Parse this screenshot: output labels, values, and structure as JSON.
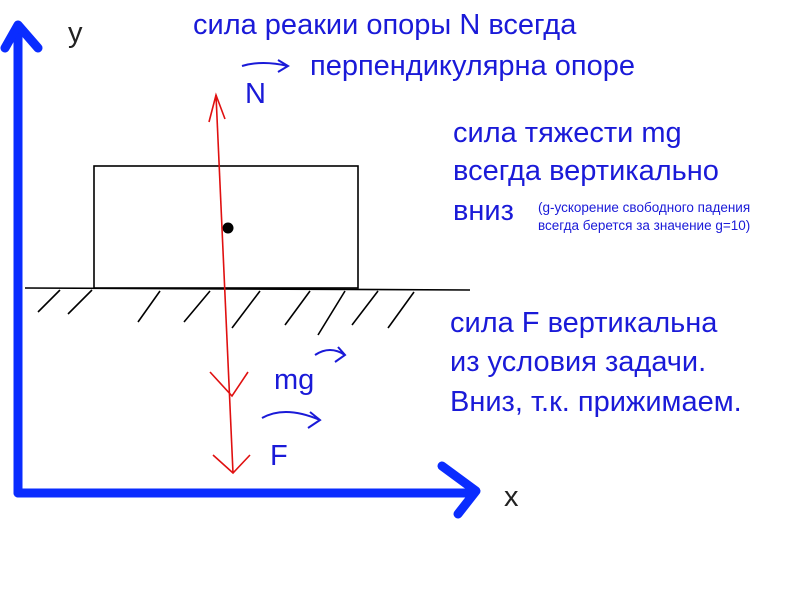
{
  "colors": {
    "axis": "#0a2cff",
    "text": "#1a1ad8",
    "force": "#e01010",
    "body": "#000000"
  },
  "axes": {
    "x_label": "x",
    "y_label": "y"
  },
  "vectors": {
    "N": "N",
    "mg": "mg",
    "F": "F"
  },
  "notes": {
    "normal": [
      "сила реакии опоры N всегда",
      "перпендикулярна опоре"
    ],
    "gravity": [
      "сила тяжести mg",
      "всегда вертикально",
      "вниз"
    ],
    "gravity_hint": [
      "(g-ускорение свободного падения",
      "всегда берется за значение g=10)"
    ],
    "force": [
      "сила F вертикальна",
      "из условия задачи.",
      "Вниз, т.к. прижимаем."
    ]
  }
}
